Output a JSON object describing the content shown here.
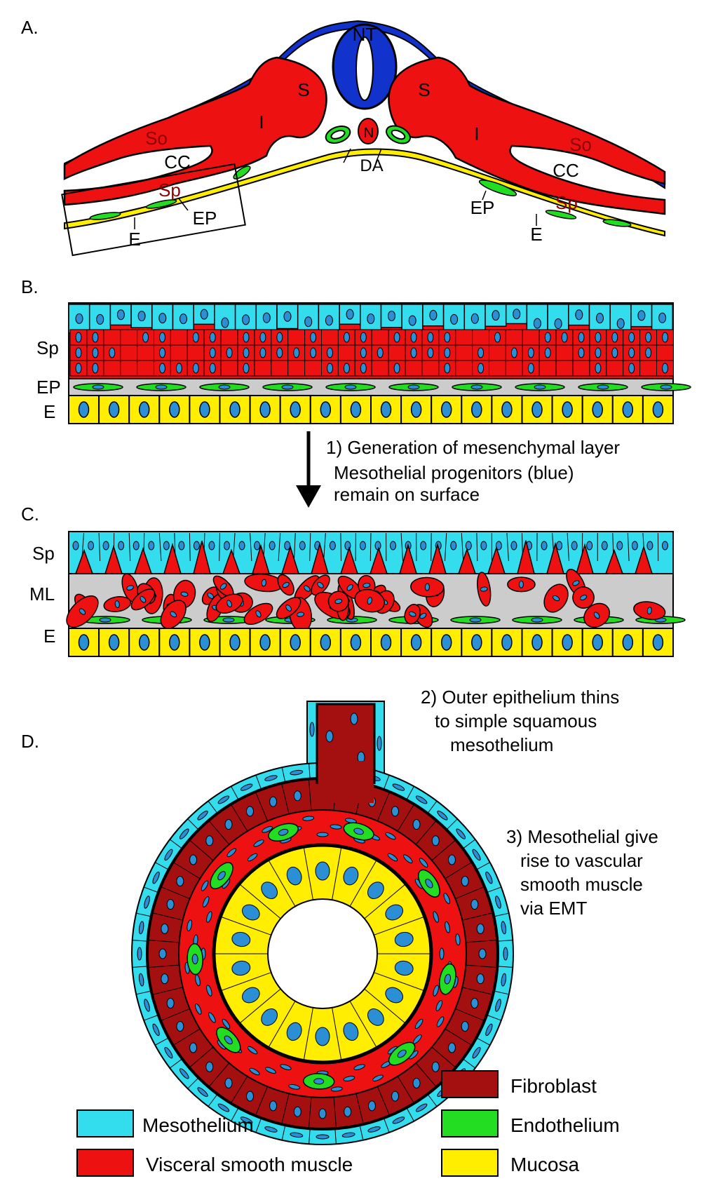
{
  "panels": {
    "a": {
      "letter": "A.",
      "labels": {
        "nt": "NT",
        "s": "S",
        "i": "I",
        "n": "N",
        "da": "DA",
        "so": "So",
        "cc": "CC",
        "sp": "Sp",
        "ep": "EP",
        "e": "E"
      }
    },
    "b": {
      "letter": "B.",
      "rows": {
        "sp": "Sp",
        "ep": "EP",
        "e": "E"
      }
    },
    "c": {
      "letter": "C.",
      "rows": {
        "sp": "Sp",
        "ml": "ML",
        "e": "E"
      }
    },
    "d": {
      "letter": "D."
    }
  },
  "steps": {
    "step1_line1": "1) Generation of mesenchymal layer",
    "step1_line2": "Mesothelial progenitors (blue)",
    "step1_line3": "remain on surface",
    "step2_line1": "2) Outer epithelium thins",
    "step2_line2": "to simple squamous",
    "step2_line3": "mesothelium",
    "step3_line1": "3) Mesothelial give",
    "step3_line2": "rise to vascular",
    "step3_line3": "smooth muscle",
    "step3_line4": "via EMT"
  },
  "legend": [
    {
      "label": "Mesothelium",
      "color": "#33ddee"
    },
    {
      "label": "Visceral smooth muscle",
      "color": "#ee1111"
    },
    {
      "label": "Fibroblast",
      "color": "#a40f10"
    },
    {
      "label": "Endothelium",
      "color": "#22dd22"
    },
    {
      "label": "Mucosa",
      "color": "#ffee00"
    }
  ],
  "colors": {
    "mesothelium": "#33ddee",
    "muscle": "#ee1111",
    "fibroblast": "#a40f10",
    "endothelium": "#22dd22",
    "mucosa": "#ffee00",
    "nucleus": "#2b8fd6",
    "neural": "#1133cc",
    "matrix": "#cccccc"
  }
}
